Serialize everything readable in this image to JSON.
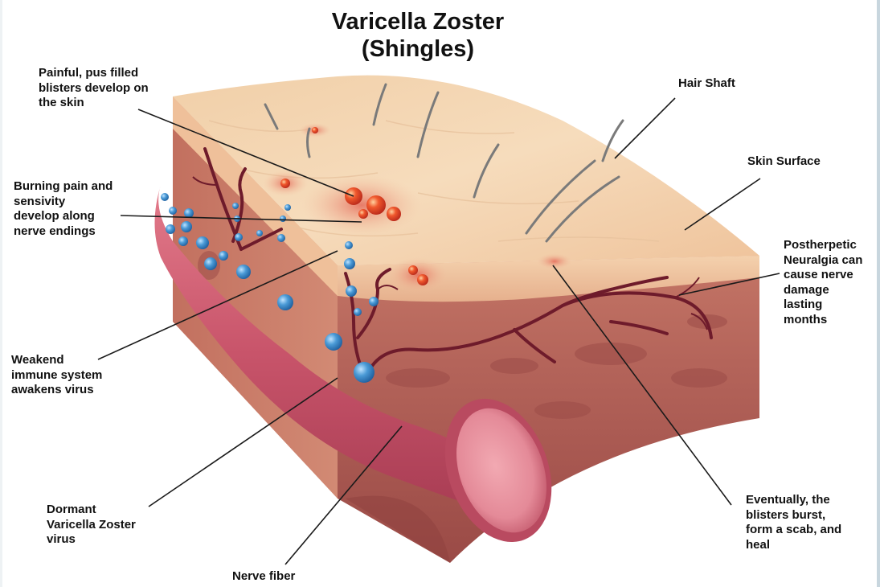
{
  "title": {
    "line1": "Varicella Zoster",
    "line2": "(Shingles)"
  },
  "labels": {
    "blisters": "Painful, pus filled\nblisters develop on\nthe skin",
    "burning": "Burning pain and\nsensivity\ndevelop along\nnerve endings",
    "weakend": "Weakend\nimmune system\nawakens virus",
    "dormant": "Dormant\nVaricella Zoster\nvirus",
    "nerve_fiber": "Nerve fiber",
    "hair_shaft": "Hair Shaft",
    "skin_surface": "Skin Surface",
    "neuralgia": "Postherpetic\nNeuralgia can\ncause nerve\ndamage\nlasting\nmonths",
    "heal": "Eventually, the\nblisters burst,\nform a scab, and\nheal"
  },
  "colors": {
    "skin_top": "#f3d3ab",
    "skin_side": "#b4615a",
    "dermis": "#c97d6e",
    "nerve": "#c8546a",
    "nerve_branch": "#6e1b2b",
    "virus": "#3a87c9",
    "blister": "#e2452a"
  }
}
